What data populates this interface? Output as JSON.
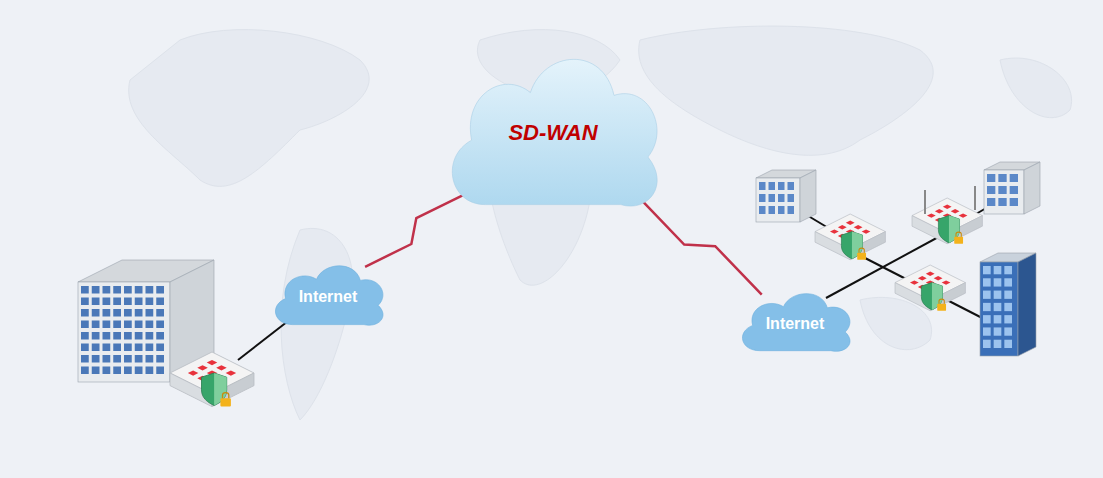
{
  "diagram": {
    "nodes": [
      {
        "text": [
          "SD-WAN"
        ]
      },
      {
        "text": [
          "Internet"
        ]
      },
      {
        "text": [
          "Internet"
        ]
      }
    ],
    "edges": [
      {
        "from": 1,
        "to": 0,
        "arrow": "none"
      },
      {
        "from": 0,
        "to": 2,
        "arrow": "none"
      }
    ]
  }
}
